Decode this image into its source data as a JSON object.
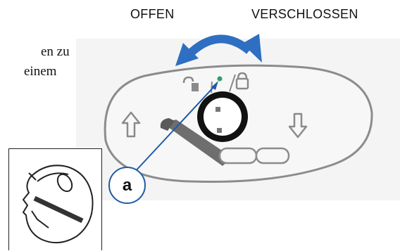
{
  "labels": {
    "open": "OFFEN",
    "locked": "VERSCHLOSSEN"
  },
  "text_fragments": {
    "line1": "en  zu",
    "line2": "einem"
  },
  "callout": {
    "letter": "a"
  },
  "colors": {
    "arrow_blue": "#2e6fc1",
    "callout_border": "#1f5aa6",
    "indicator_green": "#2f9d6a"
  },
  "icons": [
    "curved-double-arrow-icon",
    "unlocked-padlock-icon",
    "locked-padlock-icon",
    "arrow-up-icon",
    "arrow-down-icon",
    "key-icon"
  ]
}
